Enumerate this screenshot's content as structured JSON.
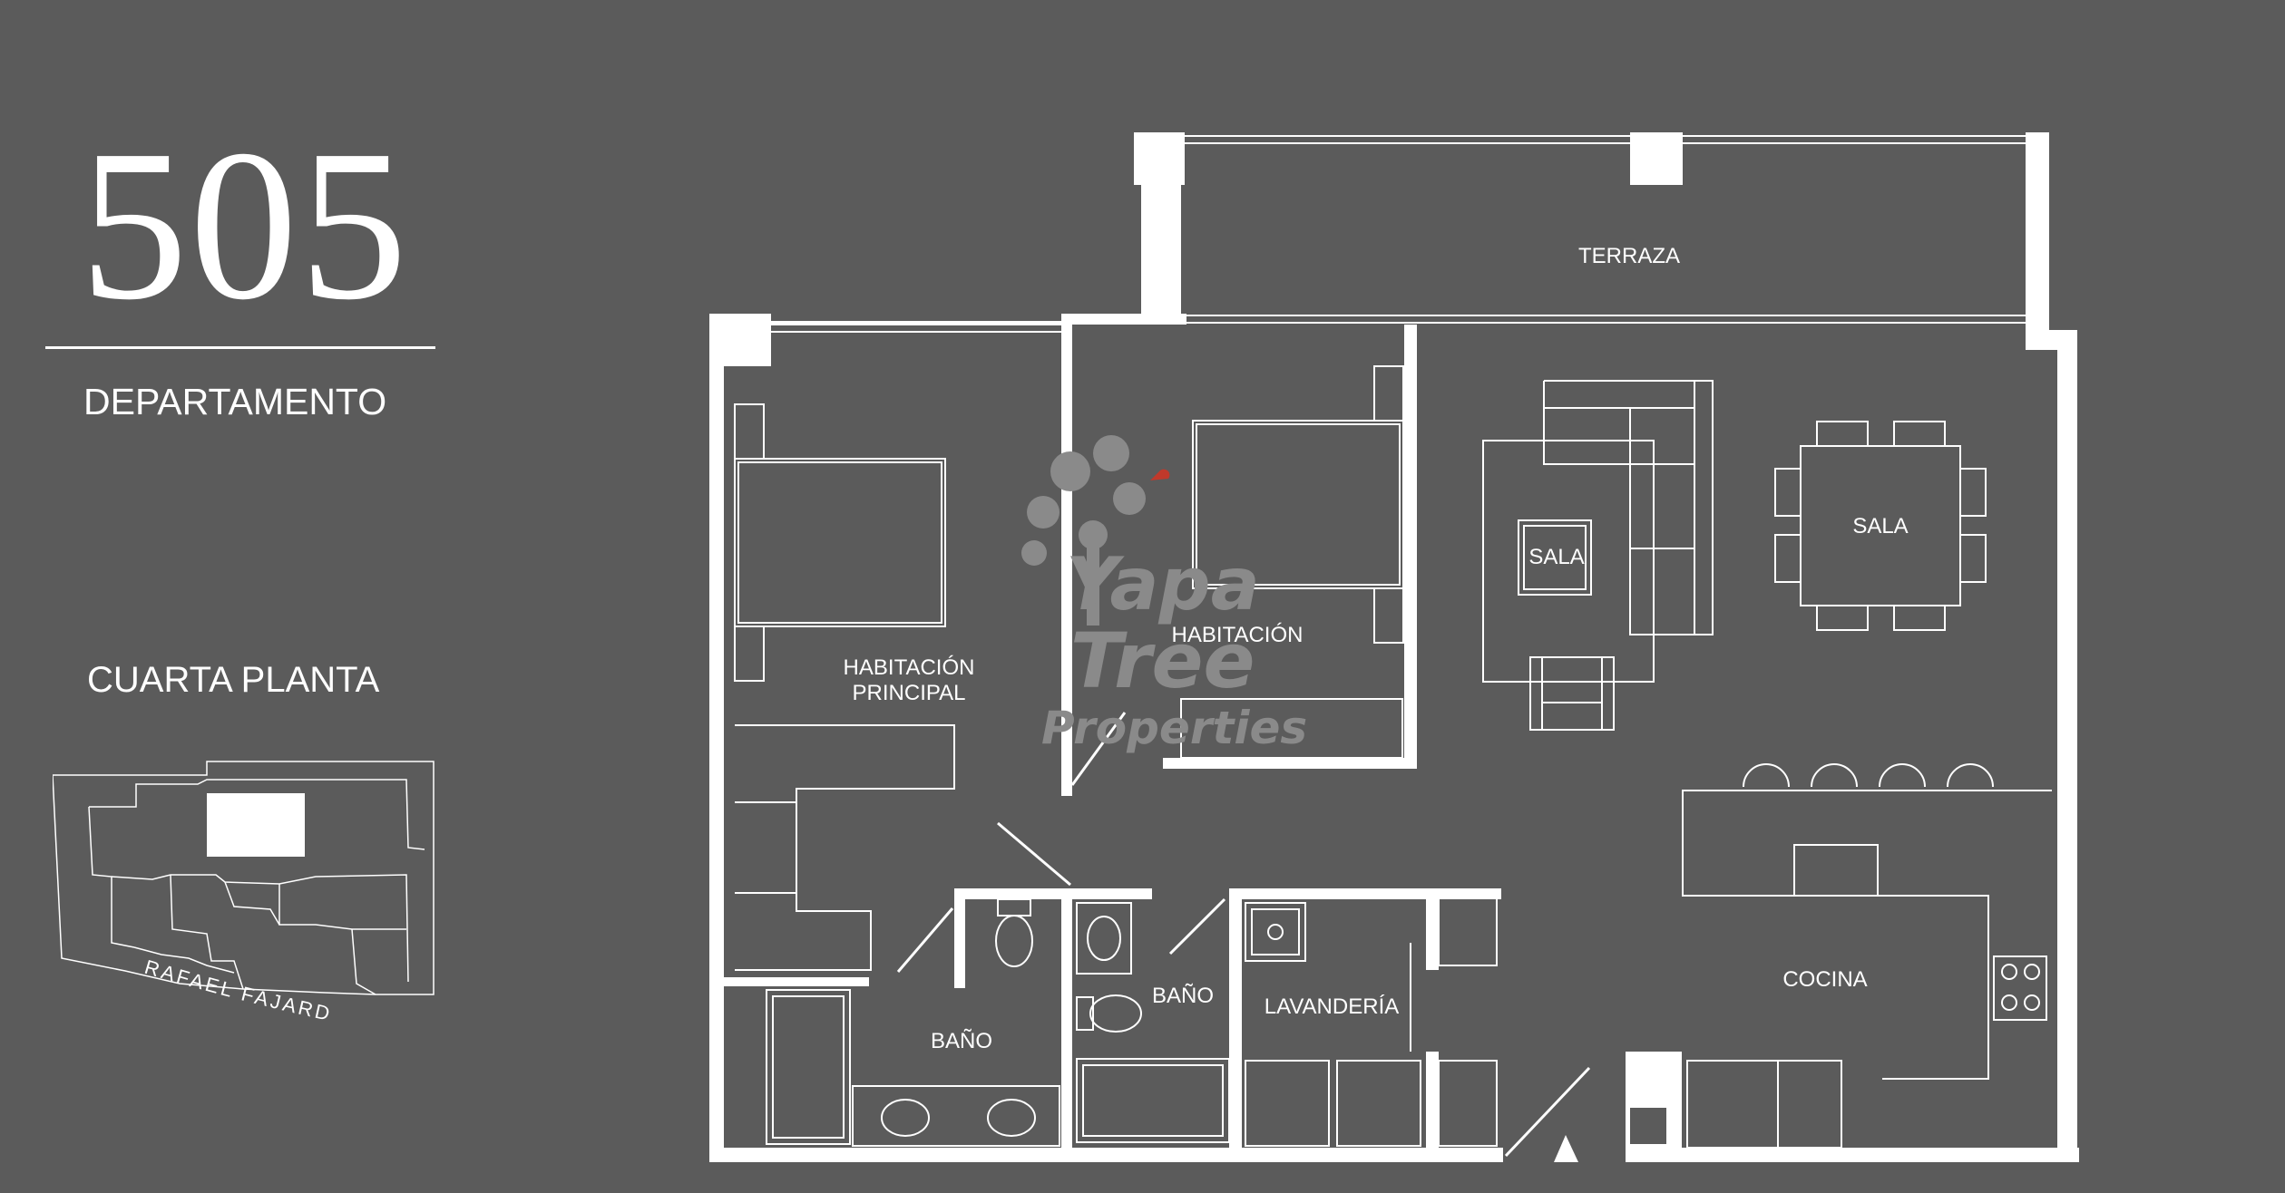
{
  "header": {
    "unit_number": "505",
    "unit_type": "DEPARTAMENTO",
    "floor": "CUARTA PLANTA"
  },
  "key_plan": {
    "street": "RAFAEL FAJARDO"
  },
  "rooms": {
    "terrace": "TERRAZA",
    "master_line1": "HABITACIÓN",
    "master_line2": "PRINCIPAL",
    "bedroom": "HABITACIÓN",
    "living": "SALA",
    "dining": "SALA",
    "bath_1": "BAÑO",
    "bath_2": "BAÑO",
    "laundry": "LAVANDERÍA",
    "kitchen": "COCINA"
  },
  "watermark": {
    "line1": "Yapa",
    "line2": "Tree",
    "line3": "Properties"
  },
  "colors": {
    "background": "#5b5b5b",
    "walls": "#ffffff",
    "watermark": "#8a8a8a",
    "accent_heart": "#c0392b"
  }
}
